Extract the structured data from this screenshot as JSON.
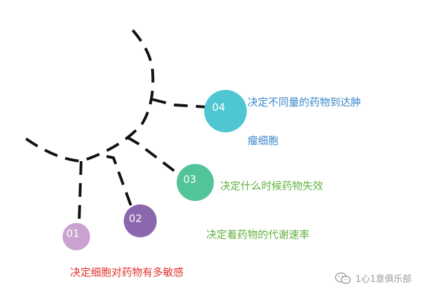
{
  "nodes": [
    {
      "id": "04",
      "label": "04",
      "color": "#4ec7d2",
      "desc": "决定不同量的药物到达肿瘤细胞",
      "desc_lines": [
        "决定不同量的药物到达肿",
        "瘤细胞"
      ],
      "desc_color": "#3a87c9"
    },
    {
      "id": "03",
      "label": "03",
      "color": "#52c49a",
      "desc": "决定什么时候药物失效",
      "desc_color": "#62b23f"
    },
    {
      "id": "02",
      "label": "02",
      "color": "#8b67ae",
      "desc": "决定着药物的代谢速率",
      "desc_color": "#62b23f"
    },
    {
      "id": "01",
      "label": "01",
      "color": "#c9a2cf",
      "desc": "决定细胞对药物有多敏感",
      "desc_color": "#e0322b"
    }
  ],
  "watermark": {
    "text": "1心1意俱乐部",
    "icon": "wechat-icon"
  }
}
